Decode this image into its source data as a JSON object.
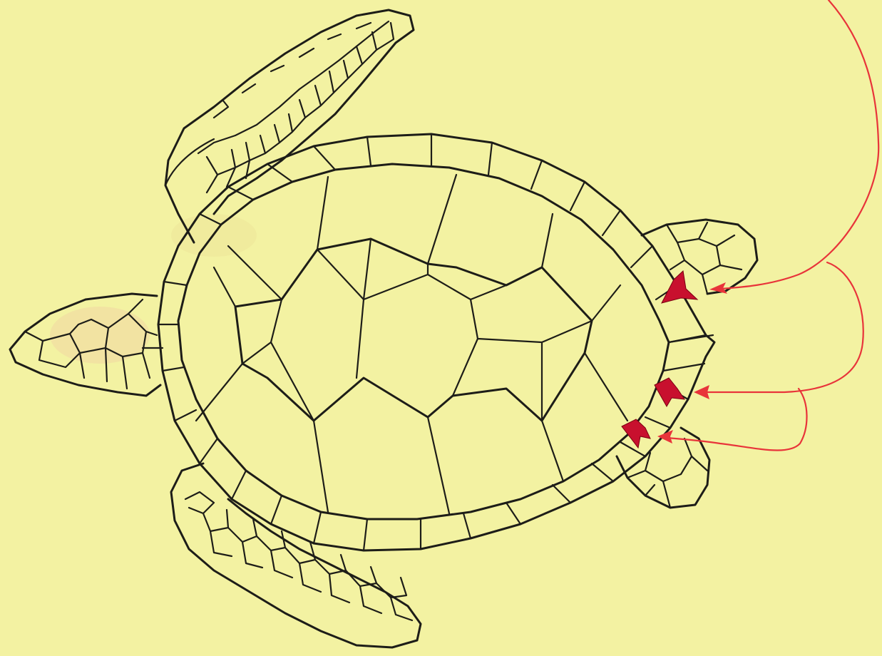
{
  "figure": {
    "subject": "sea-turtle-dorsal-view",
    "background_color": "#f3f2a2",
    "ink_color": "#1d1d18",
    "highlight_color": "#c8102e",
    "annotation_color": "#e8343a",
    "highlighted_sutures": 3,
    "annotation_arrows": 3
  }
}
